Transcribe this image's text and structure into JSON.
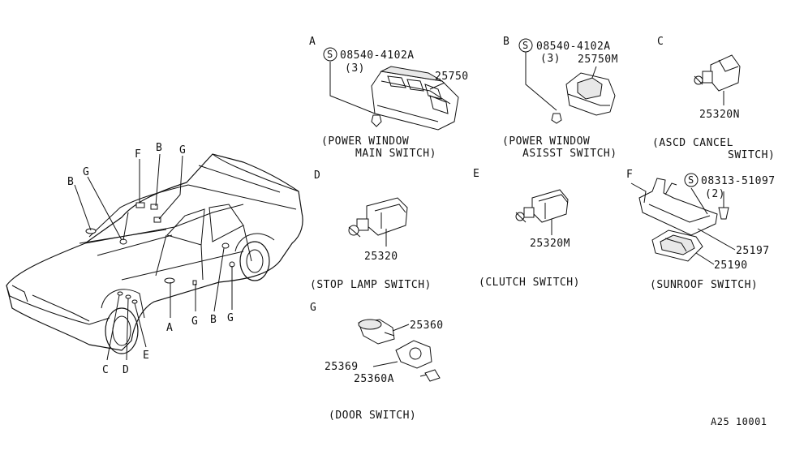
{
  "car_callouts": {
    "f_top": "F",
    "b_top": "B",
    "g_top": "G",
    "b_left": "B",
    "g_left": "G",
    "a_bottom": "A",
    "g_bottom1": "G",
    "b_bottom": "B",
    "g_bottom2": "G",
    "c_bottom": "C",
    "d_bottom": "D",
    "e_bottom": "E"
  },
  "sections": {
    "a": {
      "letter": "A",
      "screw_symbol": "S",
      "screw_part": "08540-4102A",
      "screw_qty": "(3)",
      "part": "25750",
      "caption_line1": "(POWER WINDOW",
      "caption_line2": "MAIN SWITCH)"
    },
    "b": {
      "letter": "B",
      "screw_symbol": "S",
      "screw_part": "08540-4102A",
      "screw_qty": "(3)",
      "part": "25750M",
      "caption_line1": "(POWER WINDOW",
      "caption_line2": "ASISST SWITCH)"
    },
    "c": {
      "letter": "C",
      "part": "25320N",
      "caption_line1": "(ASCD CANCEL",
      "caption_line2": "SWITCH)"
    },
    "d": {
      "letter": "D",
      "part": "25320",
      "caption": "(STOP LAMP SWITCH)"
    },
    "e": {
      "letter": "E",
      "part": "25320M",
      "caption": "(CLUTCH SWITCH)"
    },
    "f": {
      "letter": "F",
      "screw_symbol": "S",
      "screw_part": "08313-51097",
      "screw_qty": "(2)",
      "part_bracket": "25197",
      "part_switch": "25190",
      "caption": "(SUNROOF SWITCH)"
    },
    "g": {
      "letter": "G",
      "part_switch": "25360",
      "part_boot": "25369",
      "part_screw": "25360A",
      "caption": "(DOOR SWITCH)"
    }
  },
  "footer_code": "A25 10001"
}
